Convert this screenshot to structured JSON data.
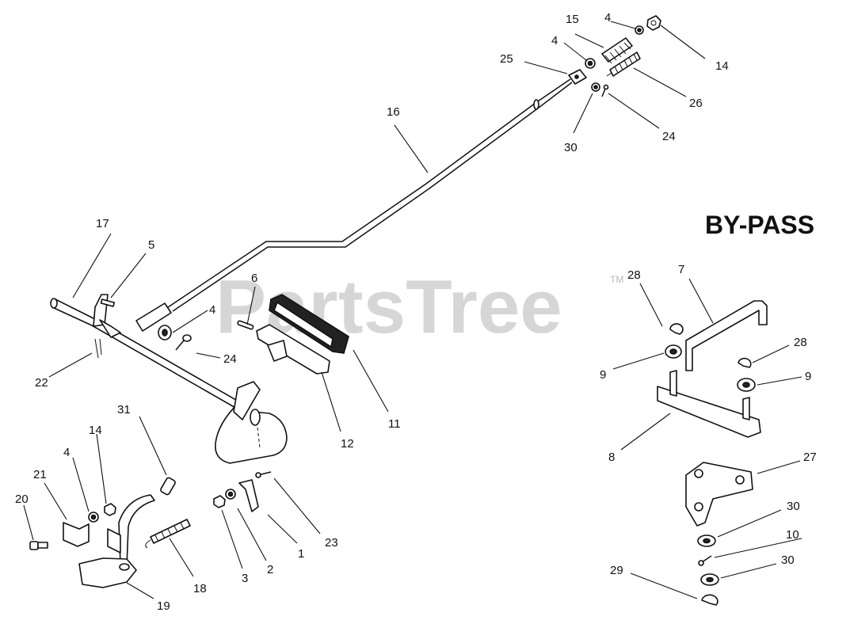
{
  "title": "BY-PASS",
  "watermark": "PartsTree",
  "trademark": "TM",
  "callouts": [
    {
      "id": "c1",
      "text": "1"
    },
    {
      "id": "c2",
      "text": "2"
    },
    {
      "id": "c3",
      "text": "3"
    },
    {
      "id": "c4a",
      "text": "4"
    },
    {
      "id": "c4b",
      "text": "4"
    },
    {
      "id": "c4c",
      "text": "4"
    },
    {
      "id": "c4d",
      "text": "4"
    },
    {
      "id": "c5",
      "text": "5"
    },
    {
      "id": "c6",
      "text": "6"
    },
    {
      "id": "c7",
      "text": "7"
    },
    {
      "id": "c8",
      "text": "8"
    },
    {
      "id": "c9a",
      "text": "9"
    },
    {
      "id": "c9b",
      "text": "9"
    },
    {
      "id": "c10",
      "text": "10"
    },
    {
      "id": "c11",
      "text": "11"
    },
    {
      "id": "c12",
      "text": "12"
    },
    {
      "id": "c14a",
      "text": "14"
    },
    {
      "id": "c14b",
      "text": "14"
    },
    {
      "id": "c15",
      "text": "15"
    },
    {
      "id": "c16",
      "text": "16"
    },
    {
      "id": "c17",
      "text": "17"
    },
    {
      "id": "c18",
      "text": "18"
    },
    {
      "id": "c19",
      "text": "19"
    },
    {
      "id": "c20",
      "text": "20"
    },
    {
      "id": "c21",
      "text": "21"
    },
    {
      "id": "c22",
      "text": "22"
    },
    {
      "id": "c23",
      "text": "23"
    },
    {
      "id": "c24a",
      "text": "24"
    },
    {
      "id": "c24b",
      "text": "24"
    },
    {
      "id": "c25",
      "text": "25"
    },
    {
      "id": "c26",
      "text": "26"
    },
    {
      "id": "c27",
      "text": "27"
    },
    {
      "id": "c28a",
      "text": "28"
    },
    {
      "id": "c28b",
      "text": "28"
    },
    {
      "id": "c29",
      "text": "29"
    },
    {
      "id": "c30a",
      "text": "30"
    },
    {
      "id": "c30b",
      "text": "30"
    },
    {
      "id": "c30c",
      "text": "30"
    },
    {
      "id": "c31",
      "text": "31"
    }
  ]
}
